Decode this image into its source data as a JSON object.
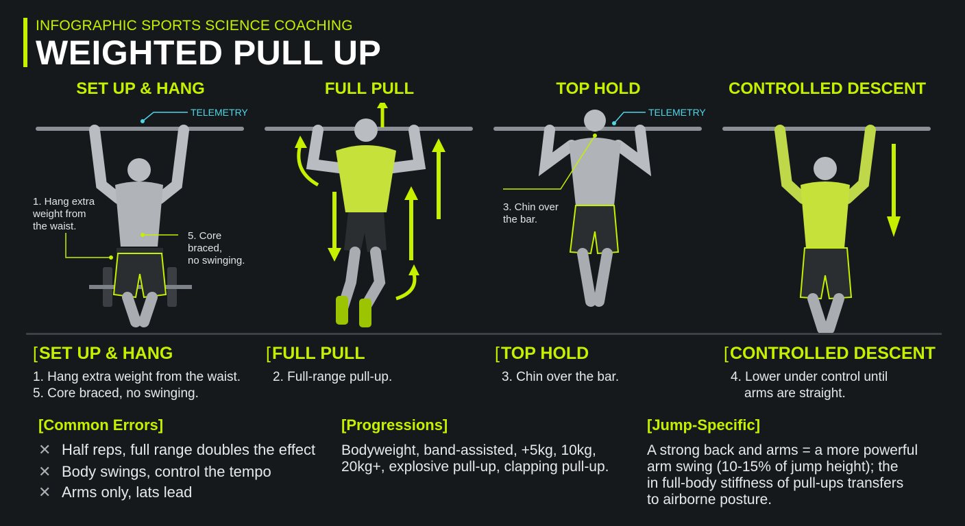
{
  "header": {
    "kicker": "INFOGRAPHIC SPORTS SCIENCE COACHING",
    "title": "WEIGHTED PULL UP"
  },
  "phases": [
    {
      "head": "SET UP & HANG",
      "telemetry": "TELEMETRY",
      "callouts": [
        "1. Hang extra\nweight from\nthe waist.",
        "5. Core\nbraced,\nno swinging."
      ],
      "step_title": "SET UP & HANG",
      "steps": [
        "1. Hang extra weight from the waist.",
        "5. Core braced, no swinging."
      ]
    },
    {
      "head": "FULL PULL",
      "step_title": "FULL PULL",
      "steps": [
        "2. Full-range pull-up."
      ]
    },
    {
      "head": "TOP HOLD",
      "telemetry": "TELEMETRY",
      "callouts": [
        "3. Chin over\nthe bar."
      ],
      "step_title": "TOP HOLD",
      "steps": [
        "3. Chin over the bar."
      ]
    },
    {
      "head": "CONTROLLED DESCENT",
      "step_title": "CONTROLLED DESCENT",
      "steps": [
        "4. Lower under control until",
        "arms are straight."
      ]
    }
  ],
  "errors": {
    "title": "[Common Errors]",
    "items": [
      "Half reps, full range doubles the effect",
      "Body swings, control the tempo",
      "Arms only, lats lead"
    ]
  },
  "progressions": {
    "title": "[Progressions]",
    "lines": [
      "Bodyweight, band-assisted, +5kg, 10kg,",
      "20kg+, explosive pull-up, clapping pull-up."
    ]
  },
  "jump": {
    "title": "[Jump-Specific]",
    "lines": [
      "A strong back and arms = a more powerful",
      "arm swing (10-15% of jump height); the",
      "in full-body stiffness of pull-ups transfers",
      "to airborne posture."
    ]
  },
  "colors": {
    "accent": "#c6f000",
    "telemetry": "#4fd6e6",
    "background": "#16191c"
  }
}
